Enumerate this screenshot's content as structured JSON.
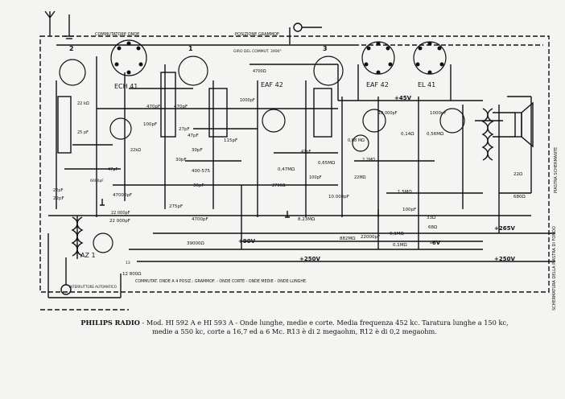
{
  "header": {
    "commutator_label": "COMMUTATORE ONDE",
    "grammofono_label": "POSIZIONE GRAMMOF.",
    "rotation_label": "GIRO DEL COMMUT. 3X90°",
    "switch_positions": [
      "2",
      "1",
      "3"
    ]
  },
  "tubes": [
    {
      "id": "ech41",
      "label": "ECH 41"
    },
    {
      "id": "eaf42a",
      "label": "EAF 42"
    },
    {
      "id": "eaf42b",
      "label": "EAF 42"
    },
    {
      "id": "el41",
      "label": "EL 41"
    },
    {
      "id": "az1",
      "label": "AZ 1"
    }
  ],
  "components": [
    {
      "id": "c_470pf_a",
      "label": "470pF"
    },
    {
      "id": "c_100pf_a",
      "label": "100pF"
    },
    {
      "id": "c_47pf",
      "label": "47pF"
    },
    {
      "id": "c_470pf_b",
      "label": "470pF"
    },
    {
      "id": "c_27pf",
      "label": "27pF"
    },
    {
      "id": "c_30pf_a",
      "label": "30pF"
    },
    {
      "id": "c_115pf",
      "label": "115pF"
    },
    {
      "id": "c_30pf_b",
      "label": "30pF"
    },
    {
      "id": "c_400_575",
      "label": "400-575"
    },
    {
      "id": "c_30pf_c",
      "label": "30pF"
    },
    {
      "id": "c_275pf",
      "label": "275pF"
    },
    {
      "id": "c_47000pf_a",
      "label": "47000pF"
    },
    {
      "id": "c_22pf_a",
      "label": "22pF"
    },
    {
      "id": "r_22kohm",
      "label": "22kΩ"
    },
    {
      "id": "c_22000pf_a",
      "label": "22 000pF"
    },
    {
      "id": "c_4700pf",
      "label": "4700pF"
    },
    {
      "id": "r_39000",
      "label": "39000Ω"
    },
    {
      "id": "c_1000pf_a",
      "label": "1000pF"
    },
    {
      "id": "r_4700",
      "label": "4700Ω"
    },
    {
      "id": "c_47pf_b",
      "label": "47pF"
    },
    {
      "id": "r_065",
      "label": "0,65MΩ"
    },
    {
      "id": "r_047",
      "label": "0,47MΩ"
    },
    {
      "id": "r_2700",
      "label": "2700Ω"
    },
    {
      "id": "c_100pf_b",
      "label": "100pF"
    },
    {
      "id": "c_10000pf_b",
      "label": "10 000pF"
    },
    {
      "id": "c_10000pf_c",
      "label": "10.000pF"
    },
    {
      "id": "r_068",
      "label": "0,68 MΩ"
    },
    {
      "id": "r_14",
      "label": "0,14Ω"
    },
    {
      "id": "r_056",
      "label": "0,56MΩ"
    },
    {
      "id": "c_1000pf_b",
      "label": "1000pF"
    },
    {
      "id": "r_22",
      "label": "22Ω"
    },
    {
      "id": "r_680",
      "label": "680Ω"
    },
    {
      "id": "r_15m",
      "label": "1,5MΩ"
    },
    {
      "id": "r_22m",
      "label": "2,2MΩ"
    },
    {
      "id": "r_22m_b",
      "label": "22MΩ"
    },
    {
      "id": "r_823",
      "label": "8,23MΩ"
    },
    {
      "id": "c_100pf_c",
      "label": "100pF"
    },
    {
      "id": "r_882",
      "label": "882MΩ"
    },
    {
      "id": "c_22000pf_b",
      "label": "22000pF"
    },
    {
      "id": "r_01a",
      "label": "0,1MΩ"
    },
    {
      "id": "r_01b",
      "label": "0,1MΩ"
    },
    {
      "id": "r_33",
      "label": "33Ω"
    },
    {
      "id": "r_68",
      "label": "68Ω"
    },
    {
      "id": "c_2200",
      "label": "22 000pF"
    },
    {
      "id": "r_12800",
      "label": "12 800Ω"
    },
    {
      "id": "r_25",
      "label": "25 pF"
    },
    {
      "id": "r_22k_left",
      "label": "22 kΩ"
    },
    {
      "id": "r_47pf_left",
      "label": "47pF"
    },
    {
      "id": "r_22pf_left",
      "label": "22pF"
    },
    {
      "id": "r_6000pf",
      "label": "6000pF"
    },
    {
      "id": "c_13",
      "label": "13"
    }
  ],
  "voltages": [
    {
      "id": "v45",
      "label": "+45V"
    },
    {
      "id": "v90",
      "label": "+90V"
    },
    {
      "id": "v250a",
      "label": "+250V"
    },
    {
      "id": "v265",
      "label": "+265V"
    },
    {
      "id": "v250b",
      "label": "+250V"
    },
    {
      "id": "v6",
      "label": "-6V"
    }
  ],
  "switch_row": {
    "label": "COMMUTAT. ONDE A 4 POSIZ.: GRAMMOF. - ONDE CORTE - ONDE MEDIE - ONDE LUNGHE."
  },
  "interruttore": "INTERRUTTORE AUTOMATICO",
  "side_labels": {
    "platina": "PIASTRA SCHERMANTE",
    "schermatura": "SCHERMATURA DELLA PIASTRA DI FONDO"
  },
  "caption": {
    "brand": "PHILIPS RADIO",
    "text": " - Mod. HI 592 A e HI 593 A - Onde lunghe, medie e corte. Media frequenza 452 kc. Taratura lunghe a 150 kc, medie a 550 kc, corte a 16,7 ed a 6 Mc. R13 è di 2 megaohm, R12 è di 0,2 megaohm."
  }
}
